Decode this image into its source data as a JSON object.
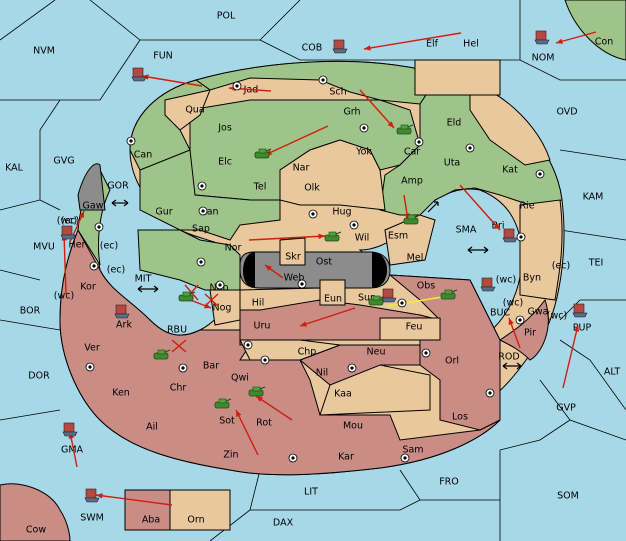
{
  "colors": {
    "sea": "#a7d8e8",
    "green": "#9fc48a",
    "tan": "#e8c89c",
    "red": "#c98d86",
    "gray": "#8c8c8c",
    "black": "#000000",
    "order_arrow": "#d41d0a",
    "support_arrow": "#f2ef2a",
    "army_unit": "#3e8a2f",
    "fleet_unit": "#5b6b8a"
  },
  "seas": [
    {
      "id": "POL",
      "label": "POL"
    },
    {
      "id": "NVM",
      "label": "NVM"
    },
    {
      "id": "FUN",
      "label": "FUN"
    },
    {
      "id": "COB",
      "label": "COB"
    },
    {
      "id": "NOM",
      "label": "NOM"
    },
    {
      "id": "OVD",
      "label": "OVD"
    },
    {
      "id": "KAL",
      "label": "KAL"
    },
    {
      "id": "GVG",
      "label": "GVG"
    },
    {
      "id": "GOR",
      "label": "GOR"
    },
    {
      "id": "KAM",
      "label": "KAM"
    },
    {
      "id": "SMA",
      "label": "SMA"
    },
    {
      "id": "TEI",
      "label": "TEI"
    },
    {
      "id": "MVU",
      "label": "MVU"
    },
    {
      "id": "MIT",
      "label": "MIT"
    },
    {
      "id": "BOR",
      "label": "BOR"
    },
    {
      "id": "RBU",
      "label": "RBU"
    },
    {
      "id": "BUC",
      "label": "BUC"
    },
    {
      "id": "ROD",
      "label": "ROD"
    },
    {
      "id": "ALT",
      "label": "ALT"
    },
    {
      "id": "DOR",
      "label": "DOR"
    },
    {
      "id": "GVP",
      "label": "GVP"
    },
    {
      "id": "FRO",
      "label": "FRO"
    },
    {
      "id": "LIT",
      "label": "LIT"
    },
    {
      "id": "SOM",
      "label": "SOM"
    },
    {
      "id": "SWM",
      "label": "SWM"
    },
    {
      "id": "DAX",
      "label": "DAX"
    }
  ],
  "provinces": [
    {
      "label": "Elf"
    },
    {
      "label": "Hel"
    },
    {
      "label": "Con"
    },
    {
      "label": "Jad"
    },
    {
      "label": "Sch"
    },
    {
      "label": "Qua"
    },
    {
      "label": "Jos"
    },
    {
      "label": "Grh"
    },
    {
      "label": "Eld"
    },
    {
      "label": "Can"
    },
    {
      "label": "Car"
    },
    {
      "label": "Elc"
    },
    {
      "label": "Yok"
    },
    {
      "label": "Uta"
    },
    {
      "label": "Kat"
    },
    {
      "label": "Nar"
    },
    {
      "label": "Amp"
    },
    {
      "label": "Tel"
    },
    {
      "label": "Olk"
    },
    {
      "label": "Gaw"
    },
    {
      "label": "Gur"
    },
    {
      "label": "Lan"
    },
    {
      "label": "Hug"
    },
    {
      "label": "Rie"
    },
    {
      "label": "Bri"
    },
    {
      "label": "Esm"
    },
    {
      "label": "Wil"
    },
    {
      "label": "Her"
    },
    {
      "label": "Nor"
    },
    {
      "label": "Sap"
    },
    {
      "label": "Skr"
    },
    {
      "label": "Ost"
    },
    {
      "label": "Mel"
    },
    {
      "label": "Web"
    },
    {
      "label": "Byn"
    },
    {
      "label": "Kor"
    },
    {
      "label": "Nab"
    },
    {
      "label": "Obs"
    },
    {
      "label": "Eun"
    },
    {
      "label": "Sun"
    },
    {
      "label": "Gwa"
    },
    {
      "label": "Hil"
    },
    {
      "label": "Ark"
    },
    {
      "label": "Nog"
    },
    {
      "label": "Pir"
    },
    {
      "label": "Uru"
    },
    {
      "label": "Feu"
    },
    {
      "label": "PUP"
    },
    {
      "label": "Ver"
    },
    {
      "label": "Chp"
    },
    {
      "label": "Neu"
    },
    {
      "label": "Bar"
    },
    {
      "label": "Orl"
    },
    {
      "label": "Qwi"
    },
    {
      "label": "Nil"
    },
    {
      "label": "Ken"
    },
    {
      "label": "Chr"
    },
    {
      "label": "Kaa"
    },
    {
      "label": "Ail"
    },
    {
      "label": "Sot"
    },
    {
      "label": "Rot"
    },
    {
      "label": "Mou"
    },
    {
      "label": "Los"
    },
    {
      "label": "Zin"
    },
    {
      "label": "Kar"
    },
    {
      "label": "Sam"
    },
    {
      "label": "GMA"
    },
    {
      "label": "Cow"
    },
    {
      "label": "Aba"
    },
    {
      "label": "Orn"
    }
  ],
  "coast_tags": [
    "(wc)",
    "(ec)",
    "(ec)",
    "(wc)",
    "(wc)",
    "(wc)",
    "(ec)",
    "(wc)",
    "(ec)"
  ]
}
